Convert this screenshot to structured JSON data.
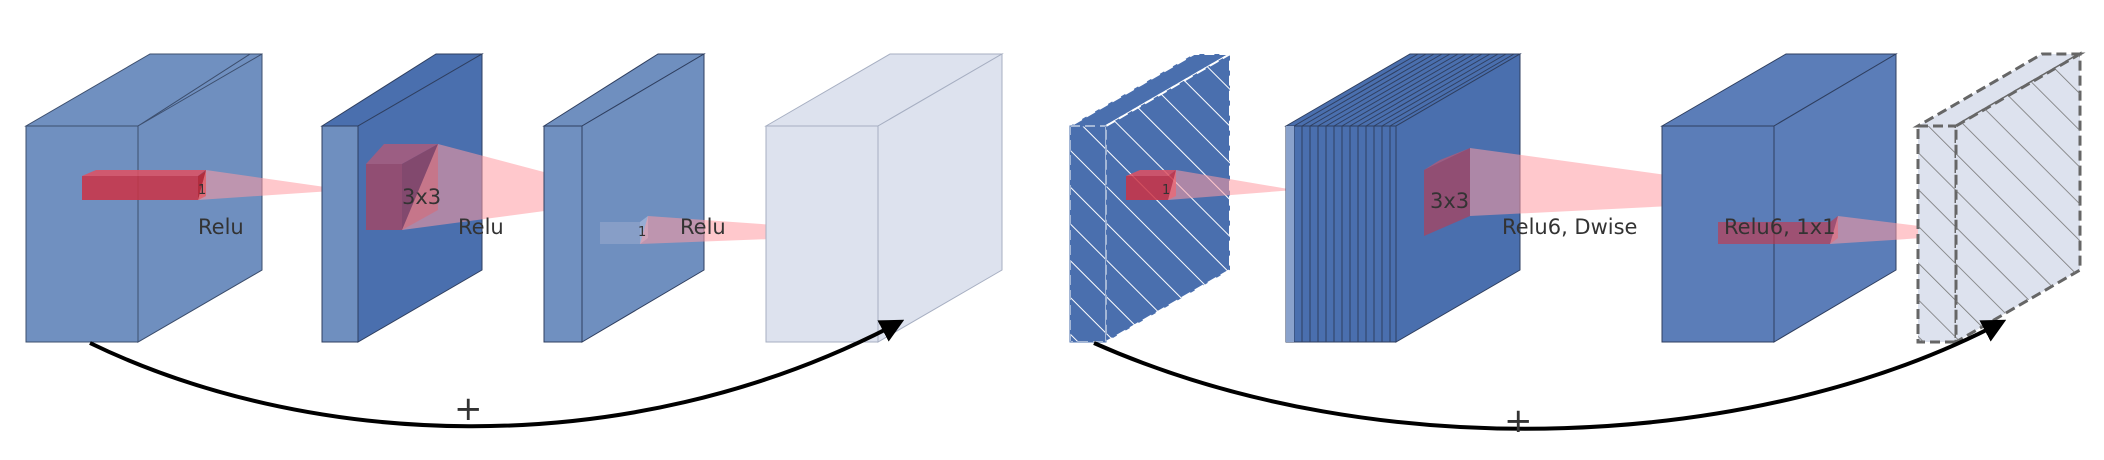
{
  "left_block": {
    "kernel_1_label": "1",
    "kernel_3_label": "3x3",
    "kernel_2_label": "1",
    "activation_1": "Relu",
    "activation_2": "Relu",
    "activation_3": "Relu",
    "sum_symbol": "+"
  },
  "right_block": {
    "kernel_1_label": "1",
    "kernel_3_label": "3x3",
    "activation_1": "Relu6, Dwise",
    "activation_2": "Relu6, 1x1",
    "sum_symbol": "+"
  },
  "colors": {
    "block_light": "#7090c0",
    "block_mid": "#4a6fae",
    "block_pale": "#dde2ee",
    "kernel": "#cc3344",
    "cone": "#ff9aa2",
    "arrow": "#000000"
  },
  "icons": [
    "hatched-tensor-icon",
    "curved-arrow-icon",
    "plus-icon"
  ]
}
